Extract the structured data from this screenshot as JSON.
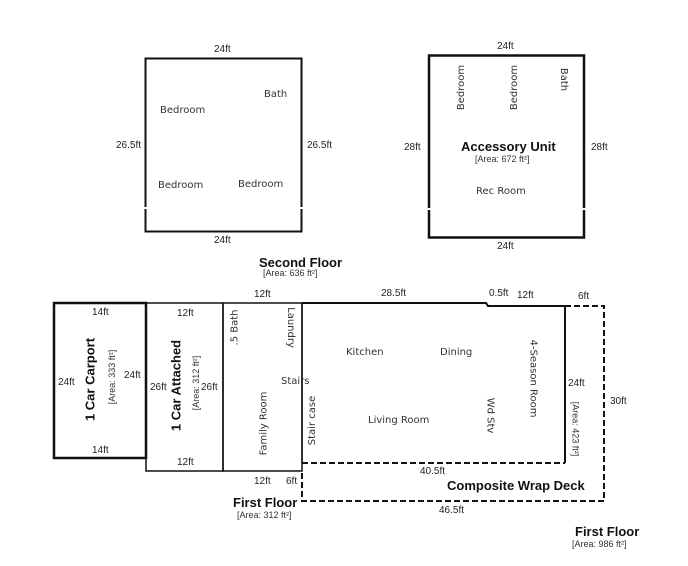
{
  "second_floor": {
    "title": "Second Floor",
    "area": "[Area: 636 ft²]",
    "dims": {
      "top": "24ft",
      "bottom": "24ft",
      "left": "26.5ft",
      "right": "26.5ft"
    },
    "rooms": [
      "Bedroom",
      "Bath",
      "Bedroom",
      "Bedroom"
    ]
  },
  "accessory_unit": {
    "title": "Accessory Unit",
    "area": "[Area: 672 ft²]",
    "dims": {
      "top": "24ft",
      "bottom": "24ft",
      "left": "28ft",
      "right": "28ft"
    },
    "rooms": [
      "Bedroom",
      "Bedroom",
      "Bath",
      "Rec Room"
    ]
  },
  "carport": {
    "title": "1 Car Carport",
    "area": "[Area: 333 ft²]",
    "dims": {
      "top": "14ft",
      "bottom": "14ft",
      "left": "24ft",
      "right": "24ft"
    }
  },
  "garage": {
    "title": "1 Car Attached",
    "area": "[Area: 312 ft²]",
    "dims": {
      "top": "12ft",
      "bottom": "12ft",
      "left": "26ft",
      "right": "26ft"
    }
  },
  "first_floor_small": {
    "title": "First Floor",
    "area": "[Area: 312 ft²]",
    "dims": {
      "top": "12ft",
      "bottom": "12ft",
      "offset": "6ft"
    },
    "rooms": [
      ".5 Bath",
      "Laundry",
      "Stairs",
      "Family Room",
      "Stair case"
    ]
  },
  "main_floor": {
    "dims": {
      "top": "28.5ft",
      "step": "0.5ft",
      "top_right": "12ft",
      "bottom": "40.5ft",
      "right": "24ft"
    },
    "rooms": [
      "Kitchen",
      "Dining",
      "Living Room",
      "Wd Stv",
      "4-Season Room"
    ]
  },
  "deck": {
    "title": "Composite Wrap Deck",
    "area": "[Area: 423 ft²]",
    "dims": {
      "top": "6ft",
      "right": "30ft",
      "bottom": "46.5ft"
    }
  },
  "first_floor_total": {
    "title": "First Floor",
    "area": "[Area: 986 ft²]"
  }
}
